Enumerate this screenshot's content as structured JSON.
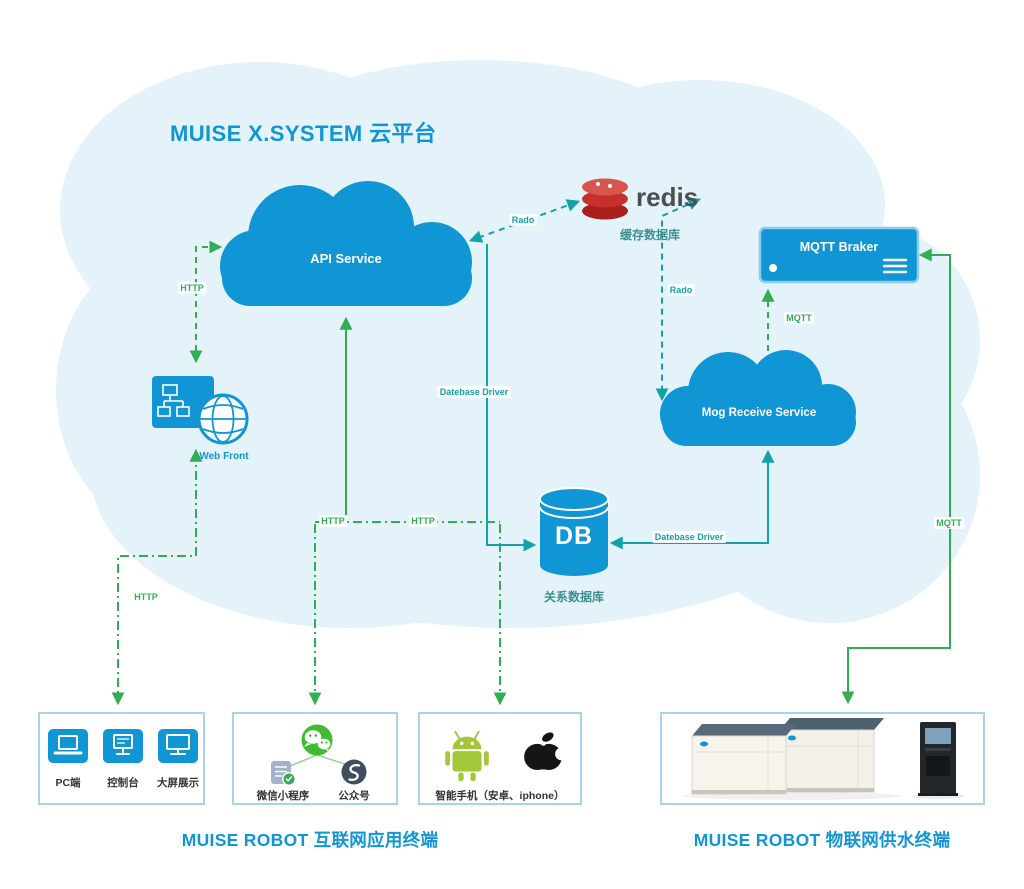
{
  "title": "MUISE X.SYSTEM 云平台",
  "nodes": {
    "api_service": {
      "label": "API Service"
    },
    "redis": {
      "label": "redis",
      "caption": "缓存数据库"
    },
    "mqtt_broker": {
      "label": "MQTT Braker"
    },
    "mog_service": {
      "label": "Mog Receive Service"
    },
    "web_front": {
      "label": "Web Front"
    },
    "db": {
      "label": "DB",
      "caption": "关系数据库"
    }
  },
  "edge_labels": {
    "http_web_api": "HTTP",
    "http_web_pc": "HTTP",
    "http_wechat": "HTTP",
    "http_phone": "HTTP",
    "rado_api": "Rado",
    "rado_mog": "Rado",
    "mqtt_broker_mog": "MQTT",
    "mqtt_device": "MQTT",
    "db_driver_api": "Datebase Driver",
    "db_driver_mog": "Datebase Driver"
  },
  "terminals": {
    "pc": {
      "items": [
        "PC端",
        "控制台",
        "大屏展示"
      ]
    },
    "wechat": {
      "items": [
        "微信小程序",
        "公众号"
      ]
    },
    "phone": {
      "label": "智能手机（安卓、iphone）"
    },
    "caption_internet": "MUISE ROBOT 互联网应用终端",
    "caption_iot": "MUISE ROBOT 物联网供水终端"
  },
  "colors": {
    "brand_blue": "#1196D5",
    "background_cloud": "#E4F2FA",
    "arrow_green": "#33AD52",
    "arrow_teal": "#12A3A8",
    "redis_red": "#C6302B",
    "wechat_green": "#3FBB34",
    "android_green": "#A4C639"
  }
}
